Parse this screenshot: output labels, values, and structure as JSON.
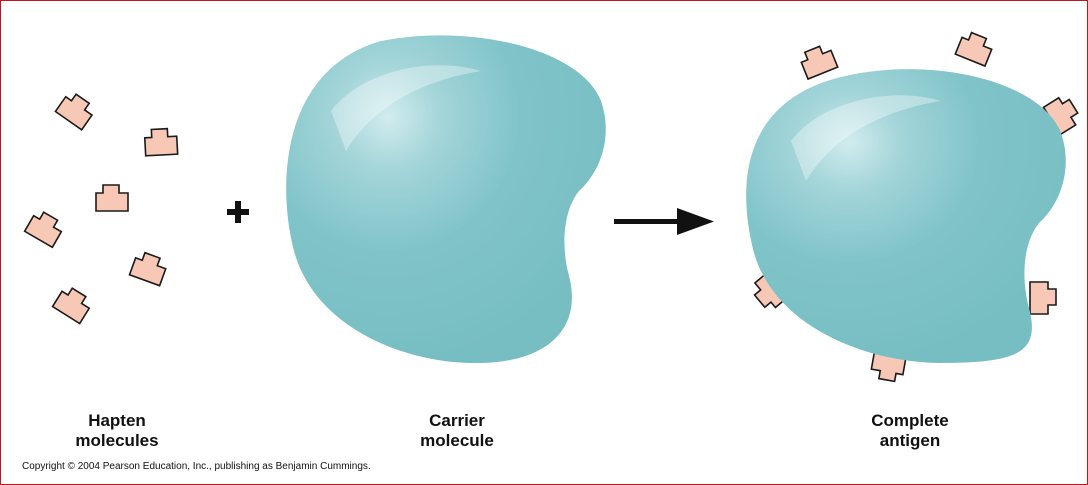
{
  "labels": {
    "hapten": {
      "line1": "Hapten",
      "line2": "molecules"
    },
    "carrier": {
      "line1": "Carrier",
      "line2": "molecule"
    },
    "antigen": {
      "line1": "Complete",
      "line2": "antigen"
    }
  },
  "symbols": {
    "plus": "+",
    "arrow": "right-arrow-icon"
  },
  "copyright": "Copyright © 2004 Pearson Education, Inc., publishing as Benjamin Cummings.",
  "colors": {
    "border": "#c0161c",
    "carrier_fill": "#7ec3c8",
    "carrier_highlight": "#c8e7ea",
    "hapten_fill": "#f7c8b5",
    "outline": "#1a1a1a",
    "text": "#111111"
  }
}
